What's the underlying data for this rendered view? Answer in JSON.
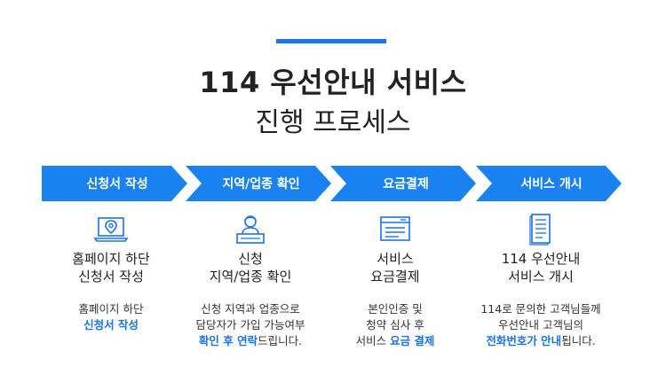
{
  "header": {
    "title": "114 우선안내 서비스",
    "subtitle": "진행 프로세스"
  },
  "colors": {
    "accent": "#1a73e8",
    "arrow": "#1a82f0"
  },
  "steps": [
    {
      "label": "신청서 작성",
      "icon": "laptop-location-icon",
      "title": [
        "홈페이지 하단",
        "신청서 작성"
      ],
      "desc": [
        {
          "pre": "홈페이지 하단",
          "hl": "",
          "post": ""
        },
        {
          "pre": "",
          "hl": "신청서 작성",
          "post": ""
        }
      ]
    },
    {
      "label": "지역/업종 확인",
      "icon": "operator-desk-icon",
      "title": [
        "신청",
        "지역/업종 확인"
      ],
      "desc": [
        {
          "pre": "신청 지역과 업종으로",
          "hl": "",
          "post": ""
        },
        {
          "pre": "담당자가 가입 가능여부",
          "hl": "",
          "post": ""
        },
        {
          "pre": "",
          "hl": "확인 후 연락",
          "post": "드립니다."
        }
      ]
    },
    {
      "label": "요금결제",
      "icon": "payment-window-icon",
      "title": [
        "서비스",
        "요금결제"
      ],
      "desc": [
        {
          "pre": "본인인증 및",
          "hl": "",
          "post": ""
        },
        {
          "pre": "청약 심사 후",
          "hl": "",
          "post": ""
        },
        {
          "pre": "서비스 ",
          "hl": "요금 결제",
          "post": ""
        }
      ]
    },
    {
      "label": "서비스 개시",
      "icon": "document-list-icon",
      "title": [
        "114 우선안내",
        "서비스 개시"
      ],
      "desc": [
        {
          "pre": "114로 문의한 고객님들께",
          "hl": "",
          "post": ""
        },
        {
          "pre": "우선안내 고객님의",
          "hl": "",
          "post": ""
        },
        {
          "pre": "",
          "hl": "전화번호가 안내",
          "post": "됩니다."
        }
      ]
    }
  ]
}
